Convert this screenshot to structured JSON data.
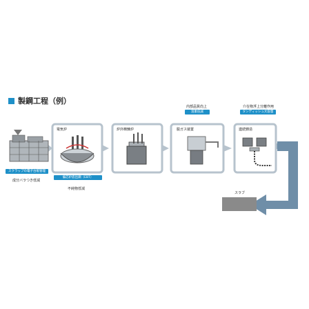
{
  "title": "製鋼工程（例）",
  "stages": [
    {
      "id": "scrap",
      "tag": "スクラップの電子台帳管理",
      "note": "成分バラつき低減"
    },
    {
      "id": "eaf",
      "label": "電気炉",
      "tag": "偏芯炉底出鋼（EBT）",
      "note": "不純物低減"
    },
    {
      "id": "ladle",
      "label": "炉外精錬炉"
    },
    {
      "id": "degas",
      "label": "脱ガス装置",
      "top_note": "内部品質向上",
      "top_tag": "溶素低減"
    },
    {
      "id": "caster",
      "label": "連続鋳造",
      "top_note": "介在物浮上分離作用",
      "top_tag": "タンディッシュ大容量"
    }
  ],
  "output": {
    "label": "スラブ"
  },
  "colors": {
    "accent": "#1e90c8",
    "box_border": "#b7c3cd",
    "arrow": "#6f8ea8",
    "slab": "#8a8a8a"
  }
}
